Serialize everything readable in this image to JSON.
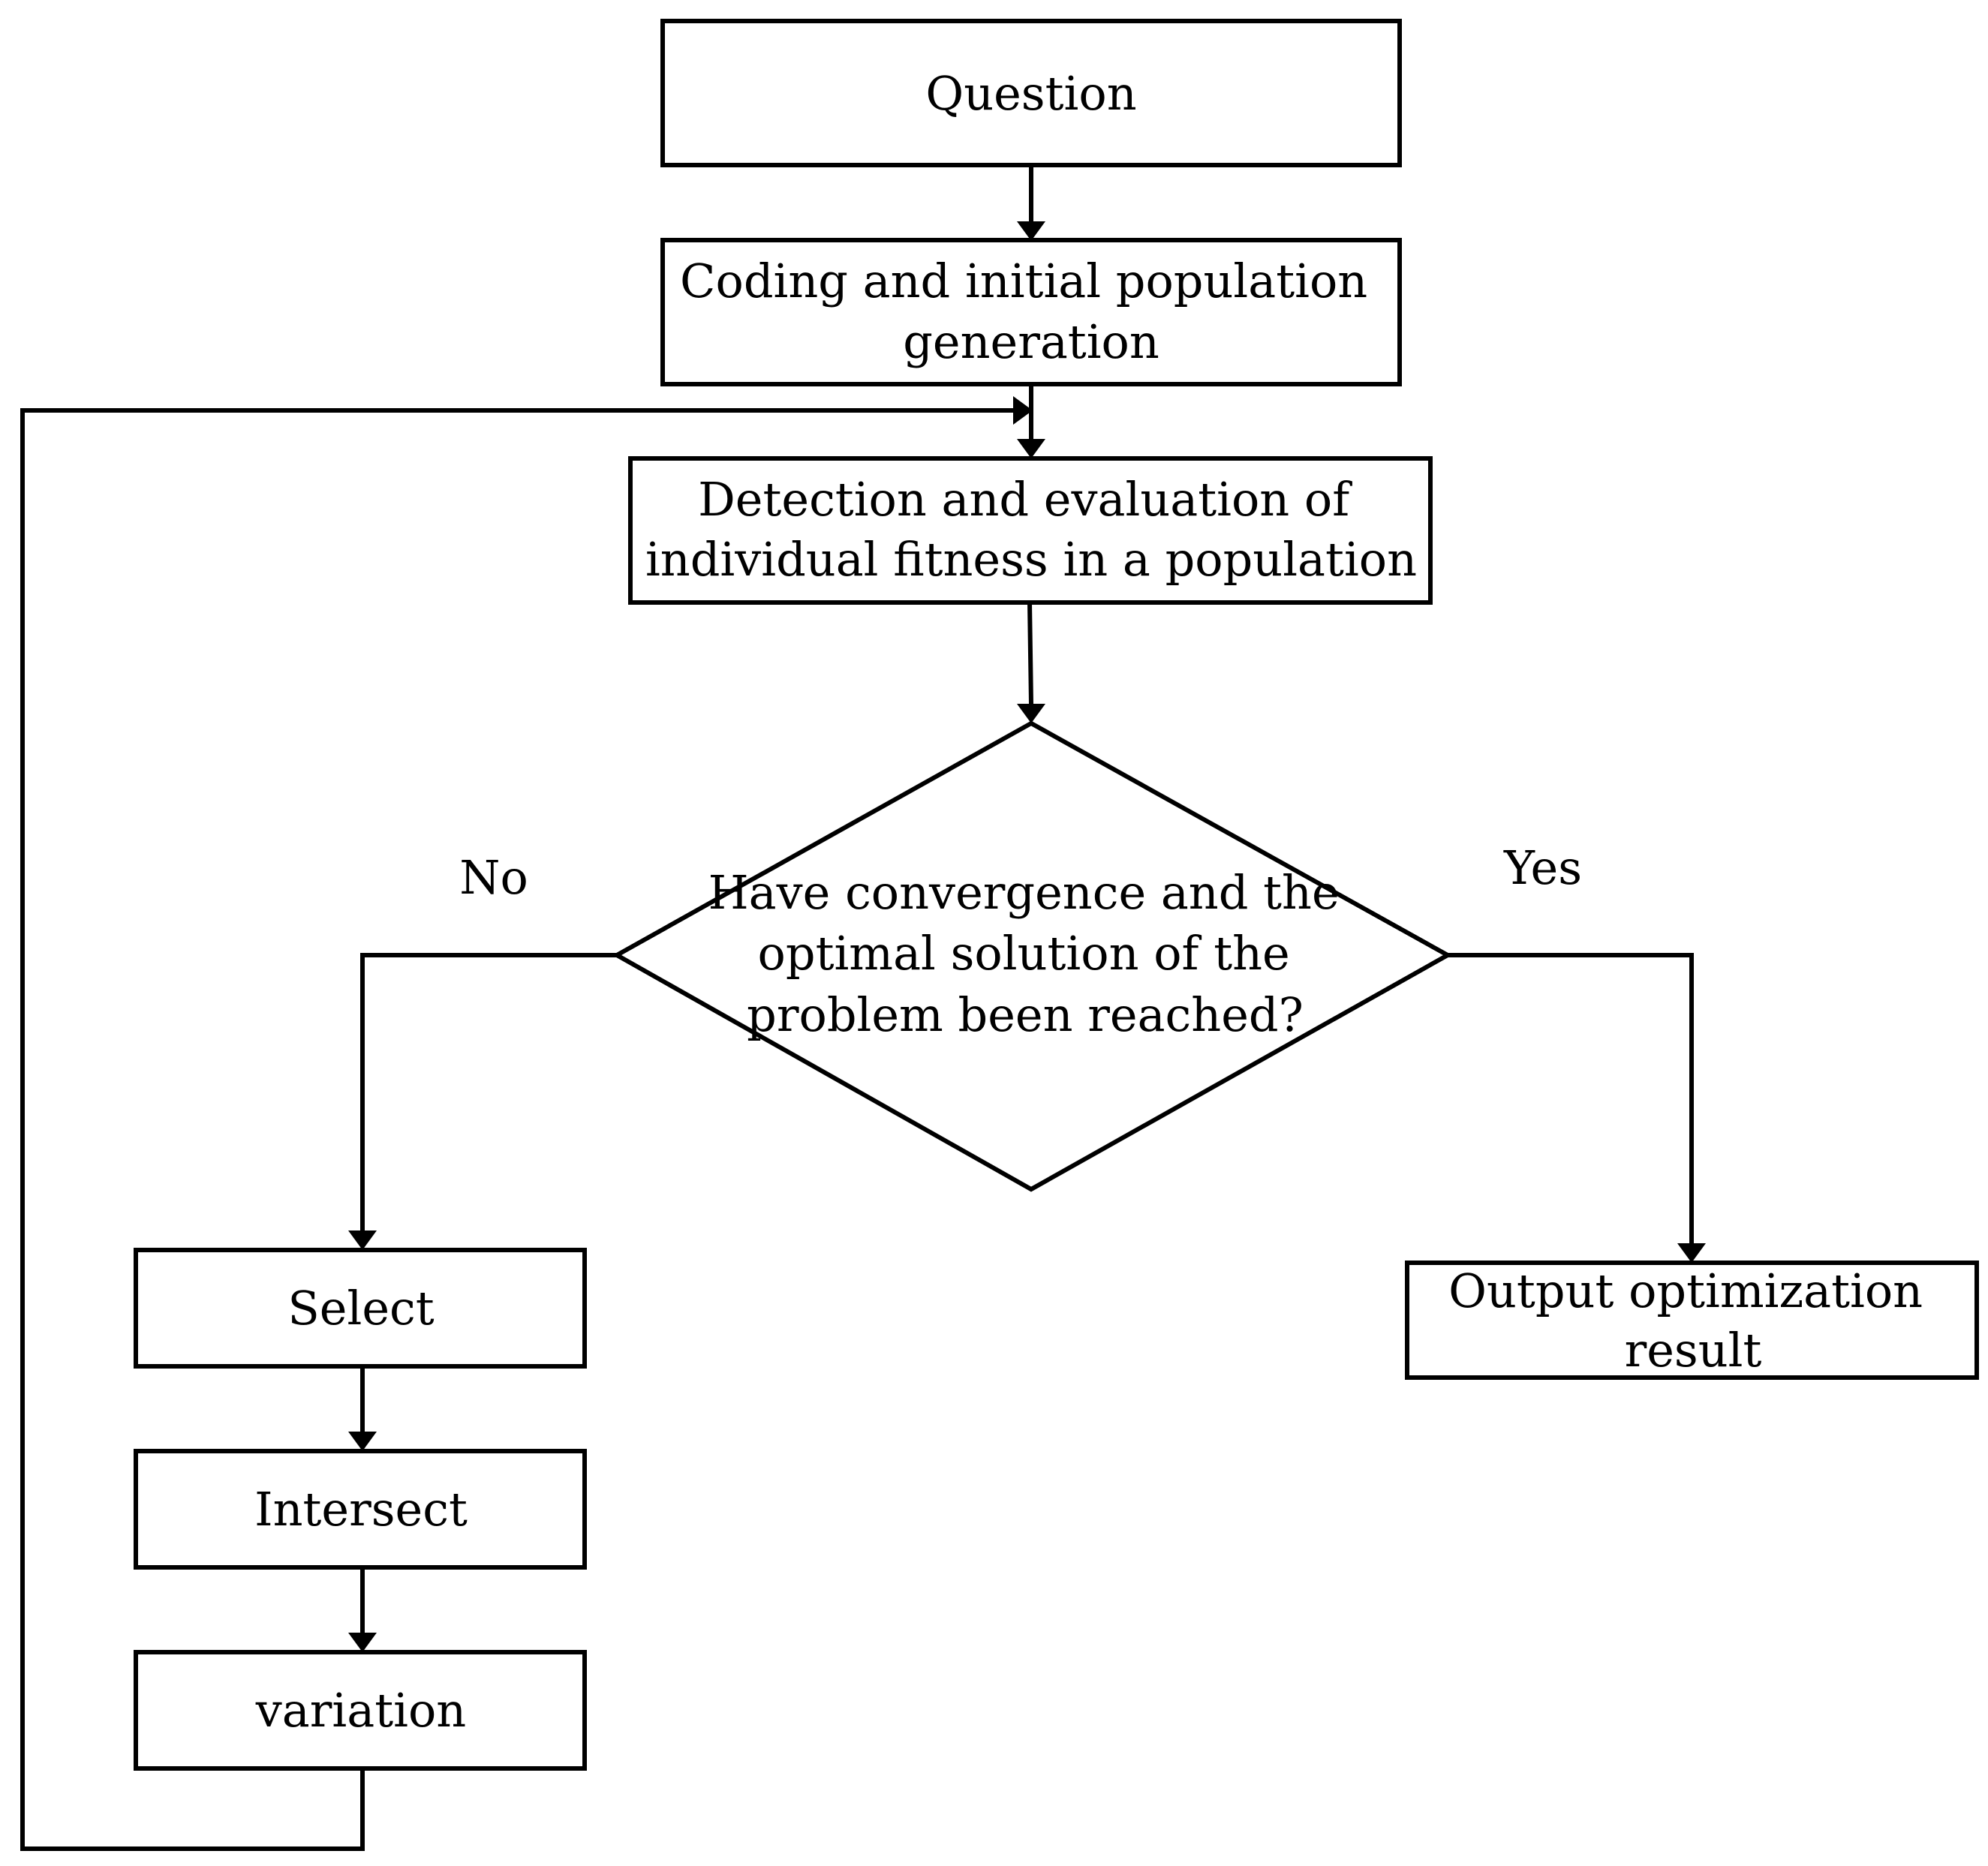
{
  "nodes": {
    "question": [
      "Question"
    ],
    "coding": [
      "Coding and initial population",
      "generation"
    ],
    "detection": [
      "Detection and evaluation of",
      "individual fitness in a population"
    ],
    "decision": [
      "Have convergence and the",
      "optimal solution of the",
      "problem been reached?"
    ],
    "select": [
      "Select"
    ],
    "intersect": [
      "Intersect"
    ],
    "variation": [
      "variation"
    ],
    "output": [
      "Output optimization",
      "result"
    ]
  },
  "edge_labels": {
    "no": "No",
    "yes": "Yes"
  }
}
